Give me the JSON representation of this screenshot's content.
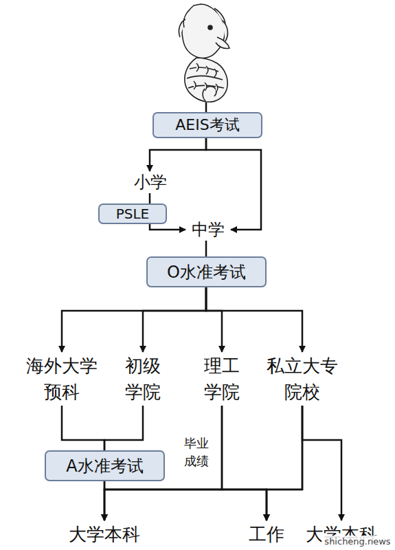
{
  "diagram": {
    "nodes": [
      {
        "text": [
          "AEIS考试"
        ]
      },
      {
        "text": [
          "小学"
        ]
      },
      {
        "text": [
          "PSLE"
        ]
      },
      {
        "text": [
          "中学"
        ]
      },
      {
        "text": [
          "O水准考试"
        ]
      },
      {
        "text": [
          "海外大学 预科"
        ]
      },
      {
        "text": [
          "初级 学院"
        ]
      },
      {
        "text": [
          "理工 学院"
        ]
      },
      {
        "text": [
          "私立大专 院校"
        ]
      },
      {
        "text": [
          "A水准考试"
        ]
      },
      {
        "text": [
          "大学本科"
        ]
      },
      {
        "text": [
          "工作"
        ]
      },
      {
        "text": [
          "大学本科"
        ]
      }
    ],
    "edges": [
      {
        "from": 0,
        "to": 1,
        "arrow": "to"
      },
      {
        "from": 0,
        "to": 3,
        "arrow": "to"
      },
      {
        "from": 1,
        "to": 2,
        "arrow": "none"
      },
      {
        "from": 2,
        "to": 3,
        "arrow": "to"
      },
      {
        "from": 3,
        "to": 4,
        "arrow": "none"
      },
      {
        "from": 4,
        "to": 5,
        "arrow": "to"
      },
      {
        "from": 4,
        "to": 6,
        "arrow": "to"
      },
      {
        "from": 4,
        "to": 7,
        "arrow": "to"
      },
      {
        "from": 4,
        "to": 8,
        "arrow": "to"
      },
      {
        "from": 5,
        "to": 9,
        "arrow": "none"
      },
      {
        "from": 6,
        "to": 9,
        "arrow": "none"
      },
      {
        "from": 9,
        "to": 10,
        "arrow": "to"
      },
      {
        "from": 9,
        "to": 11,
        "arrow": "to"
      },
      {
        "from": 7,
        "to": 10,
        "arrow": "to"
      },
      {
        "from": 7,
        "to": 11,
        "arrow": "to"
      },
      {
        "from": 8,
        "to": 10,
        "arrow": "to"
      },
      {
        "from": 8,
        "to": 11,
        "arrow": "to"
      },
      {
        "from": 8,
        "to": 12,
        "arrow": "to"
      }
    ],
    "labels": [
      "毕业 成绩",
      "shicheng.news"
    ]
  }
}
